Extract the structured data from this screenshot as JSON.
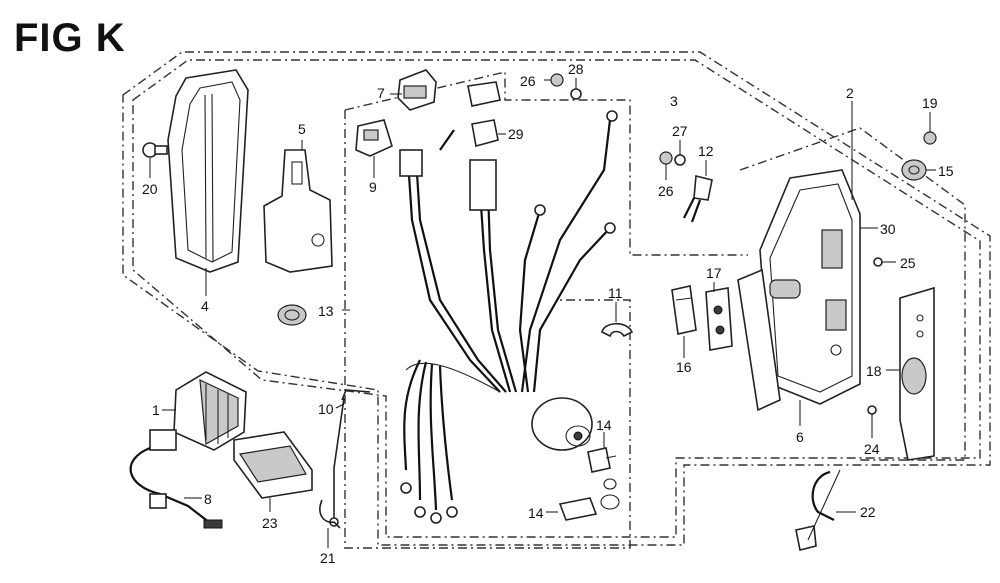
{
  "figure_title": "FIG K",
  "callouts": {
    "c1": "1",
    "c2": "2",
    "c3": "3",
    "c4": "4",
    "c5": "5",
    "c6": "6",
    "c7": "7",
    "c8": "8",
    "c9": "9",
    "c10": "10",
    "c11": "11",
    "c12": "12",
    "c13": "13",
    "c14a": "14",
    "c14b": "14",
    "c15": "15",
    "c16": "16",
    "c17": "17",
    "c18": "18",
    "c19": "19",
    "c20": "20",
    "c21": "21",
    "c22": "22",
    "c23": "23",
    "c24": "24",
    "c25": "25",
    "c26a": "26",
    "c26b": "26",
    "c27": "27",
    "c28": "28",
    "c29": "29",
    "c30": "30"
  }
}
